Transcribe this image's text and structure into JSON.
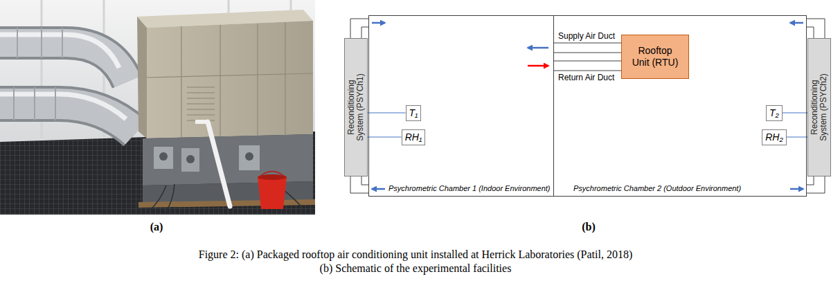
{
  "diagram": {
    "caption": "Figure 2: (a) Packaged rooftop air conditioning unit installed at Herrick Laboratories (Patil, 2018) (b) Schematic of the experimental facilities",
    "nodes": [
      {
        "text": [
          "Reconditioning System (PSYCh1)"
        ]
      },
      {
        "text": [
          "Psychrometric Chamber 1 (Indoor Environment)"
        ]
      },
      {
        "text": [
          "T₁"
        ],
        "in": 1
      },
      {
        "text": [
          "RH₁"
        ],
        "in": 1
      },
      {
        "text": [
          "Psychrometric Chamber 2 (Outdoor Environment)"
        ]
      },
      {
        "text": [
          "Rooftop Unit (RTU)"
        ],
        "in": 4
      },
      {
        "text": [
          "T₂"
        ],
        "in": 4
      },
      {
        "text": [
          "RH₂"
        ],
        "in": 4
      },
      {
        "text": [
          "Reconditioning System (PSYCh2)"
        ]
      }
    ],
    "edges": [
      {
        "from": 0,
        "to": 1,
        "arrow": "to"
      },
      {
        "from": 1,
        "to": 0,
        "arrow": "to"
      },
      {
        "from": 2,
        "to": 0,
        "arrow": "none"
      },
      {
        "from": 3,
        "to": 0,
        "arrow": "none"
      },
      {
        "from": 5,
        "to": 1,
        "label": "Supply Air Duct",
        "arrow": "to"
      },
      {
        "from": 1,
        "to": 5,
        "label": "Return Air Duct",
        "arrow": "to"
      },
      {
        "from": 8,
        "to": 4,
        "arrow": "to"
      },
      {
        "from": 4,
        "to": 8,
        "arrow": "to"
      },
      {
        "from": 6,
        "to": 8,
        "arrow": "none"
      },
      {
        "from": 7,
        "to": 8,
        "arrow": "none"
      }
    ],
    "labels": [
      "(a)",
      "(b)"
    ]
  }
}
